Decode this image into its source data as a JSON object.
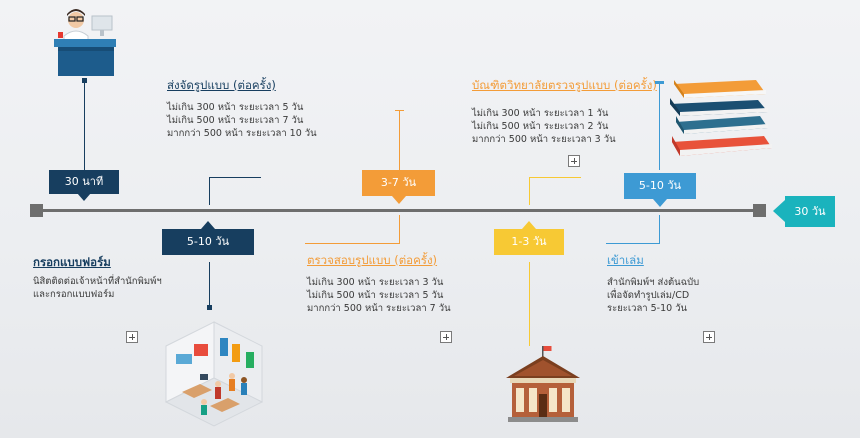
{
  "colors": {
    "navy": "#173e5f",
    "blue": "#3d9ad4",
    "orange": "#f39c38",
    "yellow": "#f7c934",
    "teal": "#1ab3bd",
    "axis": "#6e6e6e"
  },
  "markers": {
    "m1": "30 นาที",
    "m2": "5-10 วัน",
    "m3": "3-7 วัน",
    "m4": "1-3 วัน",
    "m5": "5-10 วัน",
    "end": "30 วัน"
  },
  "steps": {
    "s1": {
      "title": "กรอกแบบฟอร์ม",
      "lines": [
        "นิสิตติดต่อเจ้าหน้าที่สำนักพิมพ์ฯ",
        "และกรอกแบบฟอร์ม"
      ]
    },
    "s2": {
      "title": "ส่งจัดรูปแบบ (ต่อครั้ง)",
      "lines": [
        "ไม่เกิน 300 หน้า ระยะเวลา 5 วัน",
        "ไม่เกิน 500 หน้า ระยะเวลา 7 วัน",
        "มากกว่า 500 หน้า ระยะเวลา 10 วัน"
      ]
    },
    "s3": {
      "title": "ตรวจสอบรูปแบบ (ต่อครั้ง)",
      "lines": [
        "ไม่เกิน 300 หน้า ระยะเวลา 3 วัน",
        "ไม่เกิน 500 หน้า ระยะเวลา 5 วัน",
        "มากกว่า 500 หน้า ระยะเวลา 7 วัน"
      ]
    },
    "s4": {
      "title": "บัณฑิตวิทยาลัยตรวจรูปแบบ (ต่อครั้ง)",
      "lines": [
        "ไม่เกิน 300 หน้า ระยะเวลา 1 วัน",
        "ไม่เกิน 500 หน้า ระยะเวลา 2 วัน",
        "มากกว่า 500 หน้า ระยะเวลา 3 วัน"
      ]
    },
    "s5": {
      "title": "เข้าเล่ม",
      "lines": [
        "สำนักพิมพ์ฯ ส่งต้นฉบับ",
        "เพื่อจัดทำรูปเล่ม/CD",
        "ระยะเวลา 5-10 วัน"
      ]
    }
  }
}
